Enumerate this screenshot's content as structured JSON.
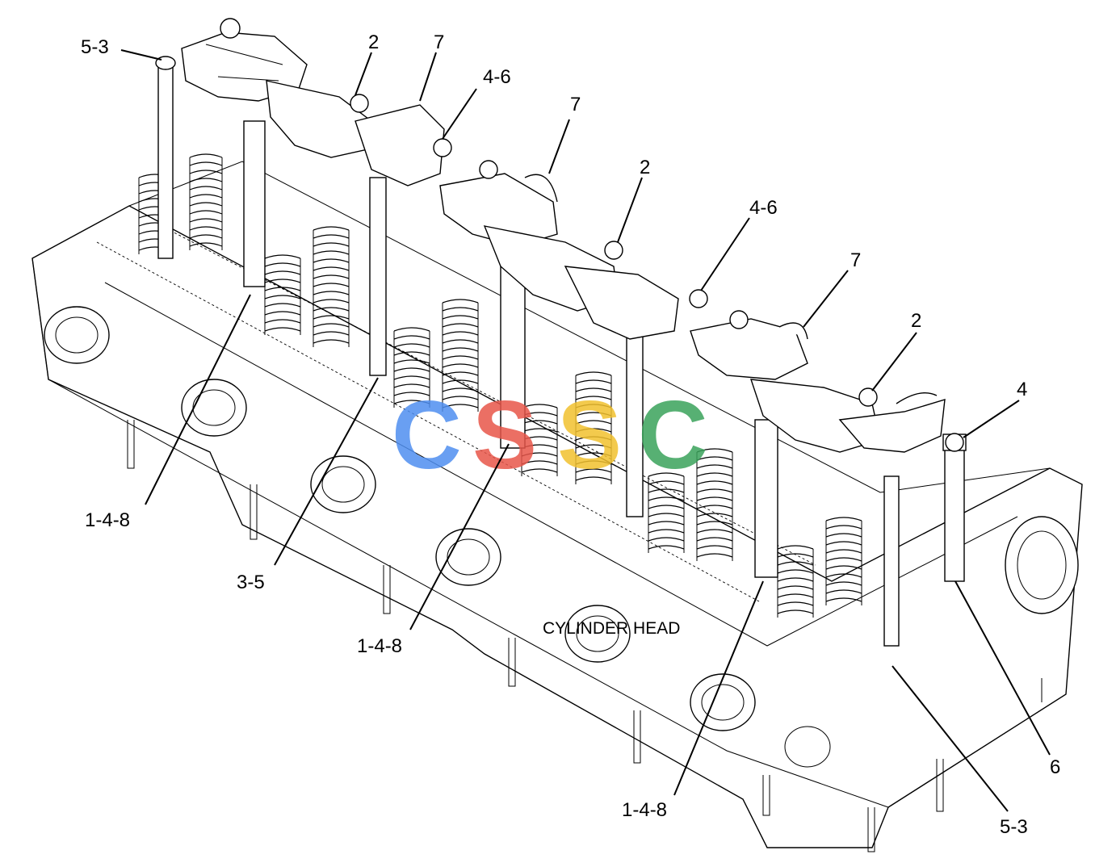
{
  "caption": "CYLINDER HEAD",
  "callouts": [
    {
      "id": "c1",
      "label": "5-3"
    },
    {
      "id": "c2",
      "label": "2"
    },
    {
      "id": "c3",
      "label": "7"
    },
    {
      "id": "c4",
      "label": "4-6"
    },
    {
      "id": "c5",
      "label": "7"
    },
    {
      "id": "c6",
      "label": "2"
    },
    {
      "id": "c7",
      "label": "4-6"
    },
    {
      "id": "c8",
      "label": "7"
    },
    {
      "id": "c9",
      "label": "2"
    },
    {
      "id": "c10",
      "label": "4"
    },
    {
      "id": "c11",
      "label": "1-4-8"
    },
    {
      "id": "c12",
      "label": "3-5"
    },
    {
      "id": "c13",
      "label": "1-4-8"
    },
    {
      "id": "c14",
      "label": "1-4-8"
    },
    {
      "id": "c15",
      "label": "6"
    },
    {
      "id": "c16",
      "label": "5-3"
    }
  ],
  "watermark": {
    "letters": [
      "C",
      "S",
      "S",
      "C"
    ],
    "colors": [
      "#4f8ff0",
      "#e8564a",
      "#f2c12e",
      "#3aa35b"
    ]
  }
}
